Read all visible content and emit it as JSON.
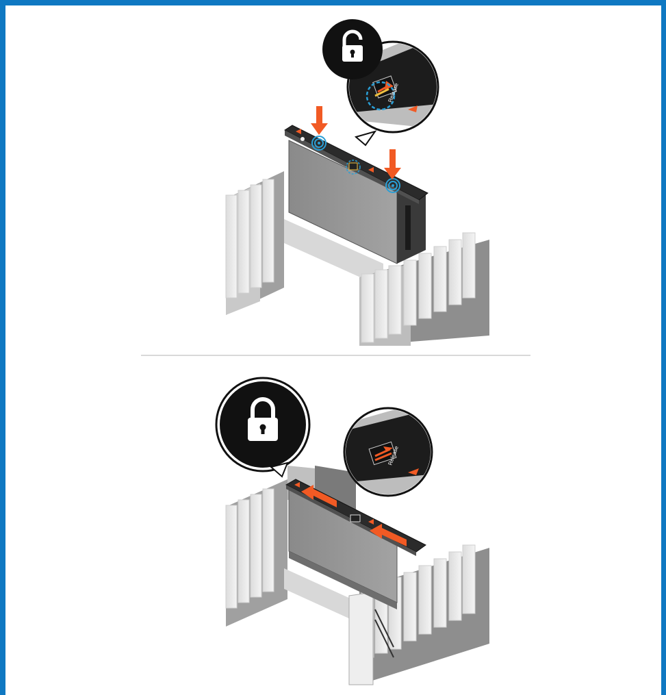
{
  "figure": {
    "frame_color": "#0f78c2",
    "accent_color": "#f15a24",
    "highlight_color": "#2a9fd6",
    "steps": [
      {
        "name": "unlock",
        "lock_icon": "unlocked-padlock-icon",
        "arrow_icon": "press-down-arrow-icon",
        "callout_label": "Release"
      },
      {
        "name": "lock",
        "lock_icon": "locked-padlock-icon",
        "arrow_icon": "slide-left-arrow-icon",
        "callout_label": "Release"
      }
    ]
  }
}
